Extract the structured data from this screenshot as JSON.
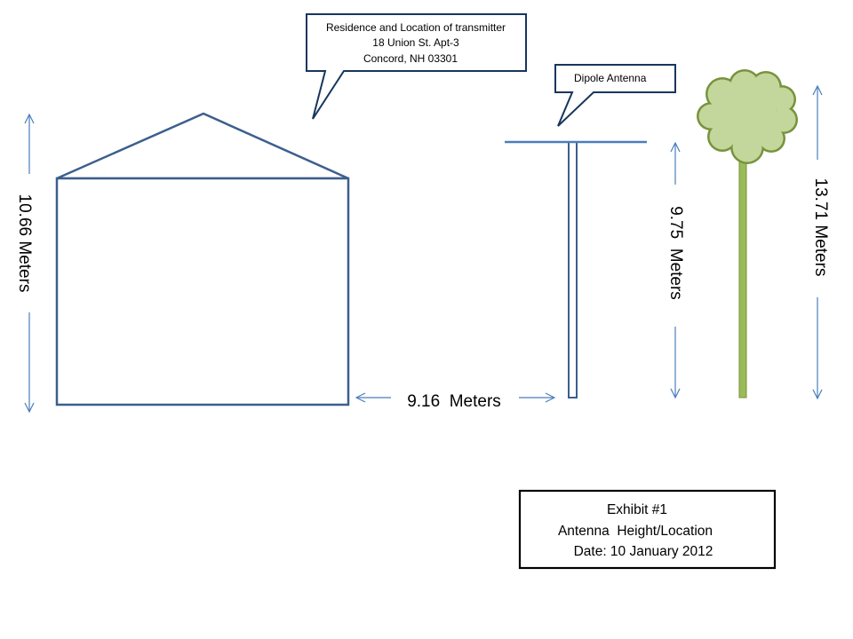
{
  "residence_callout": {
    "line1": "Residence and Location of transmitter",
    "line2": "18 Union St. Apt-3",
    "line3": "Concord, NH 03301"
  },
  "antenna_callout": {
    "label": "Dipole Antenna"
  },
  "dimensions": {
    "house_height": "10.66 Meters",
    "distance": "9.16  Meters",
    "antenna_height": "9.75  Meters",
    "tree_height": "13.71 Meters"
  },
  "exhibit": {
    "title": "Exhibit #1",
    "subtitle": "Antenna  Height/Location",
    "date": "Date: 10 January 2012"
  },
  "colors": {
    "outline_blue": "#3c5f8d",
    "arrow_blue": "#4a7ebb",
    "callout_border": "#17365d",
    "tree_foliage_fill": "#c3d69b",
    "tree_foliage_stroke": "#77933c",
    "tree_trunk": "#9bbb59"
  }
}
